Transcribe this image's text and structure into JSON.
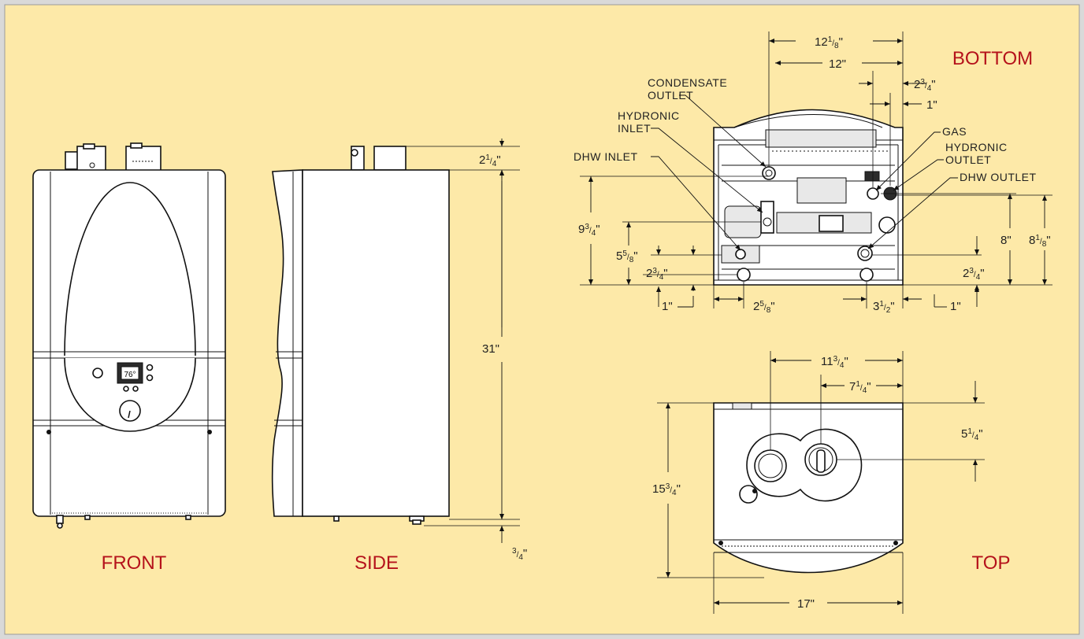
{
  "colors": {
    "page_bg": "#d9d9d9",
    "panel_bg": "#fde9a8",
    "label_red": "#b5121b"
  },
  "views": {
    "front": "FRONT",
    "side": "SIDE",
    "bottom": "BOTTOM",
    "top": "TOP"
  },
  "callouts": {
    "condensate_1": "CONDENSATE",
    "condensate_2": "OUTLET",
    "hydronic_inlet_1": "HYDRONIC",
    "hydronic_inlet_2": "INLET",
    "dhw_inlet": "DHW  INLET",
    "gas": "GAS",
    "hydronic_outlet_1": "HYDRONIC",
    "hydronic_outlet_2": "OUTLET",
    "dhw_outlet": "DHW  OUTLET"
  },
  "dimensions": {
    "side_top": {
      "whole": "2",
      "num": "1",
      "den": "4",
      "unit": "\""
    },
    "side_height": "31\"",
    "side_bottom": {
      "whole": "",
      "num": "3",
      "den": "4",
      "unit": "\""
    },
    "b_12_1_8": {
      "whole": "12",
      "num": "1",
      "den": "8",
      "unit": "\""
    },
    "b_12": "12\"",
    "b_2_3_4_top": {
      "whole": "2",
      "num": "3",
      "den": "4",
      "unit": "\""
    },
    "b_1_top": "1\"",
    "b_9_3_4": {
      "whole": "9",
      "num": "3",
      "den": "4",
      "unit": "\""
    },
    "b_5_5_8": {
      "whole": "5",
      "num": "5",
      "den": "8",
      "unit": "\""
    },
    "b_2_3_4_left": {
      "whole": "2",
      "num": "3",
      "den": "4",
      "unit": "\""
    },
    "b_1_left": "1\"",
    "b_2_5_8": {
      "whole": "2",
      "num": "5",
      "den": "8",
      "unit": "\""
    },
    "b_3_1_2": {
      "whole": "3",
      "num": "1",
      "den": "2",
      "unit": "\""
    },
    "b_1_right": "1\"",
    "b_2_3_4_right": {
      "whole": "2",
      "num": "3",
      "den": "4",
      "unit": "\""
    },
    "b_8": "8\"",
    "b_8_1_8": {
      "whole": "8",
      "num": "1",
      "den": "8",
      "unit": "\""
    },
    "t_11_3_4": {
      "whole": "11",
      "num": "3",
      "den": "4",
      "unit": "\""
    },
    "t_7_1_4": {
      "whole": "7",
      "num": "1",
      "den": "4",
      "unit": "\""
    },
    "t_5_1_4": {
      "whole": "5",
      "num": "1",
      "den": "4",
      "unit": "\""
    },
    "t_15_3_4": {
      "whole": "15",
      "num": "3",
      "den": "4",
      "unit": "\""
    },
    "t_17": "17\""
  },
  "display_readout": "76°"
}
